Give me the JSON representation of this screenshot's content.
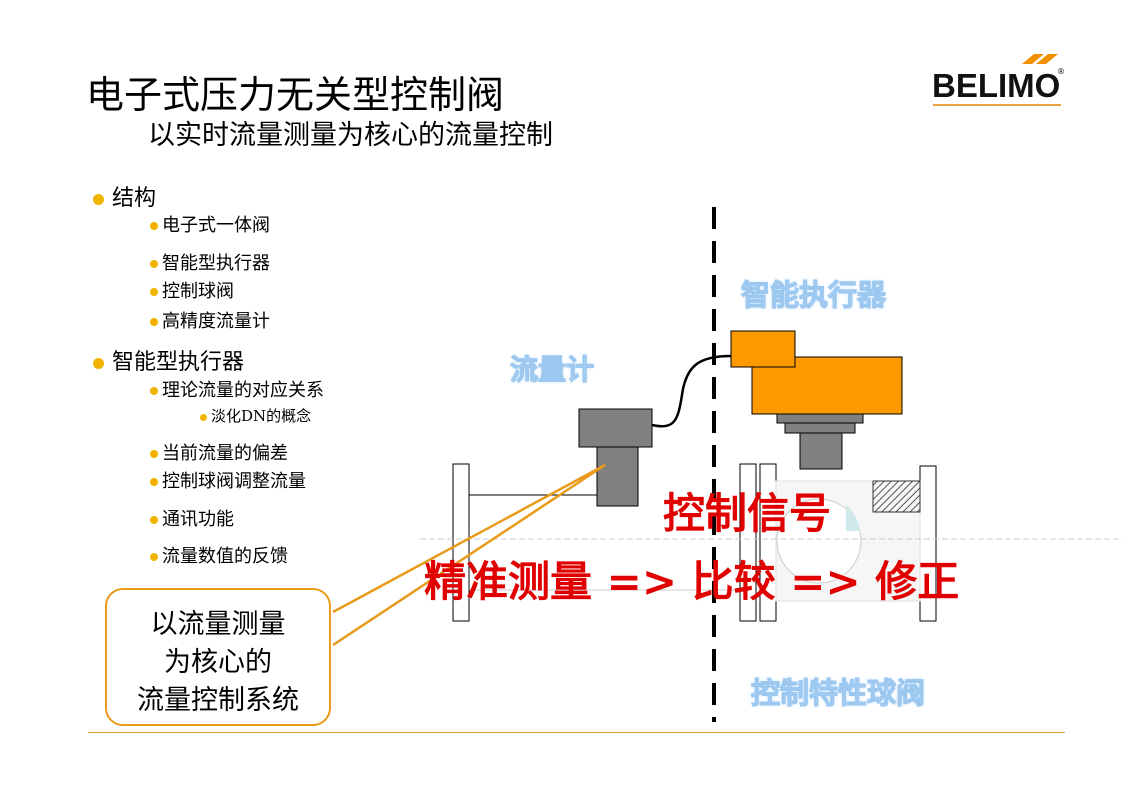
{
  "title": "电子式压力无关型控制阀",
  "subtitle": "以实时流量测量为核心的流量控制",
  "logo": {
    "text": "BELIMO",
    "registered": "®"
  },
  "outline": [
    {
      "label": "结构",
      "children": [
        {
          "label": "电子式一体阀"
        },
        {
          "label": "智能型执行器"
        },
        {
          "label": "控制球阀"
        },
        {
          "label": "高精度流量计"
        }
      ]
    },
    {
      "label": "智能型执行器",
      "children": [
        {
          "label": "理论流量的对应关系",
          "children": [
            {
              "label": "淡化DN的概念"
            }
          ]
        },
        {
          "label": "当前流量的偏差"
        },
        {
          "label": "控制球阀调整流量"
        },
        {
          "label": "通讯功能"
        },
        {
          "label": "流量数值的反馈"
        }
      ]
    }
  ],
  "diagram": {
    "label_flowmeter": "流量计",
    "label_actuator": "智能执行器",
    "label_valve": "控制特性球阀",
    "control_signal": "控制信号",
    "process": "精准测量 => 比较 => 修正"
  },
  "callout": {
    "line1": "以流量测量",
    "line2": "为核心的",
    "line3": "流量控制系统"
  },
  "colors": {
    "accent": "#f0b400",
    "actuator": "#ff9900",
    "red": "#e00000",
    "label_blue": "#9cc8f0"
  }
}
